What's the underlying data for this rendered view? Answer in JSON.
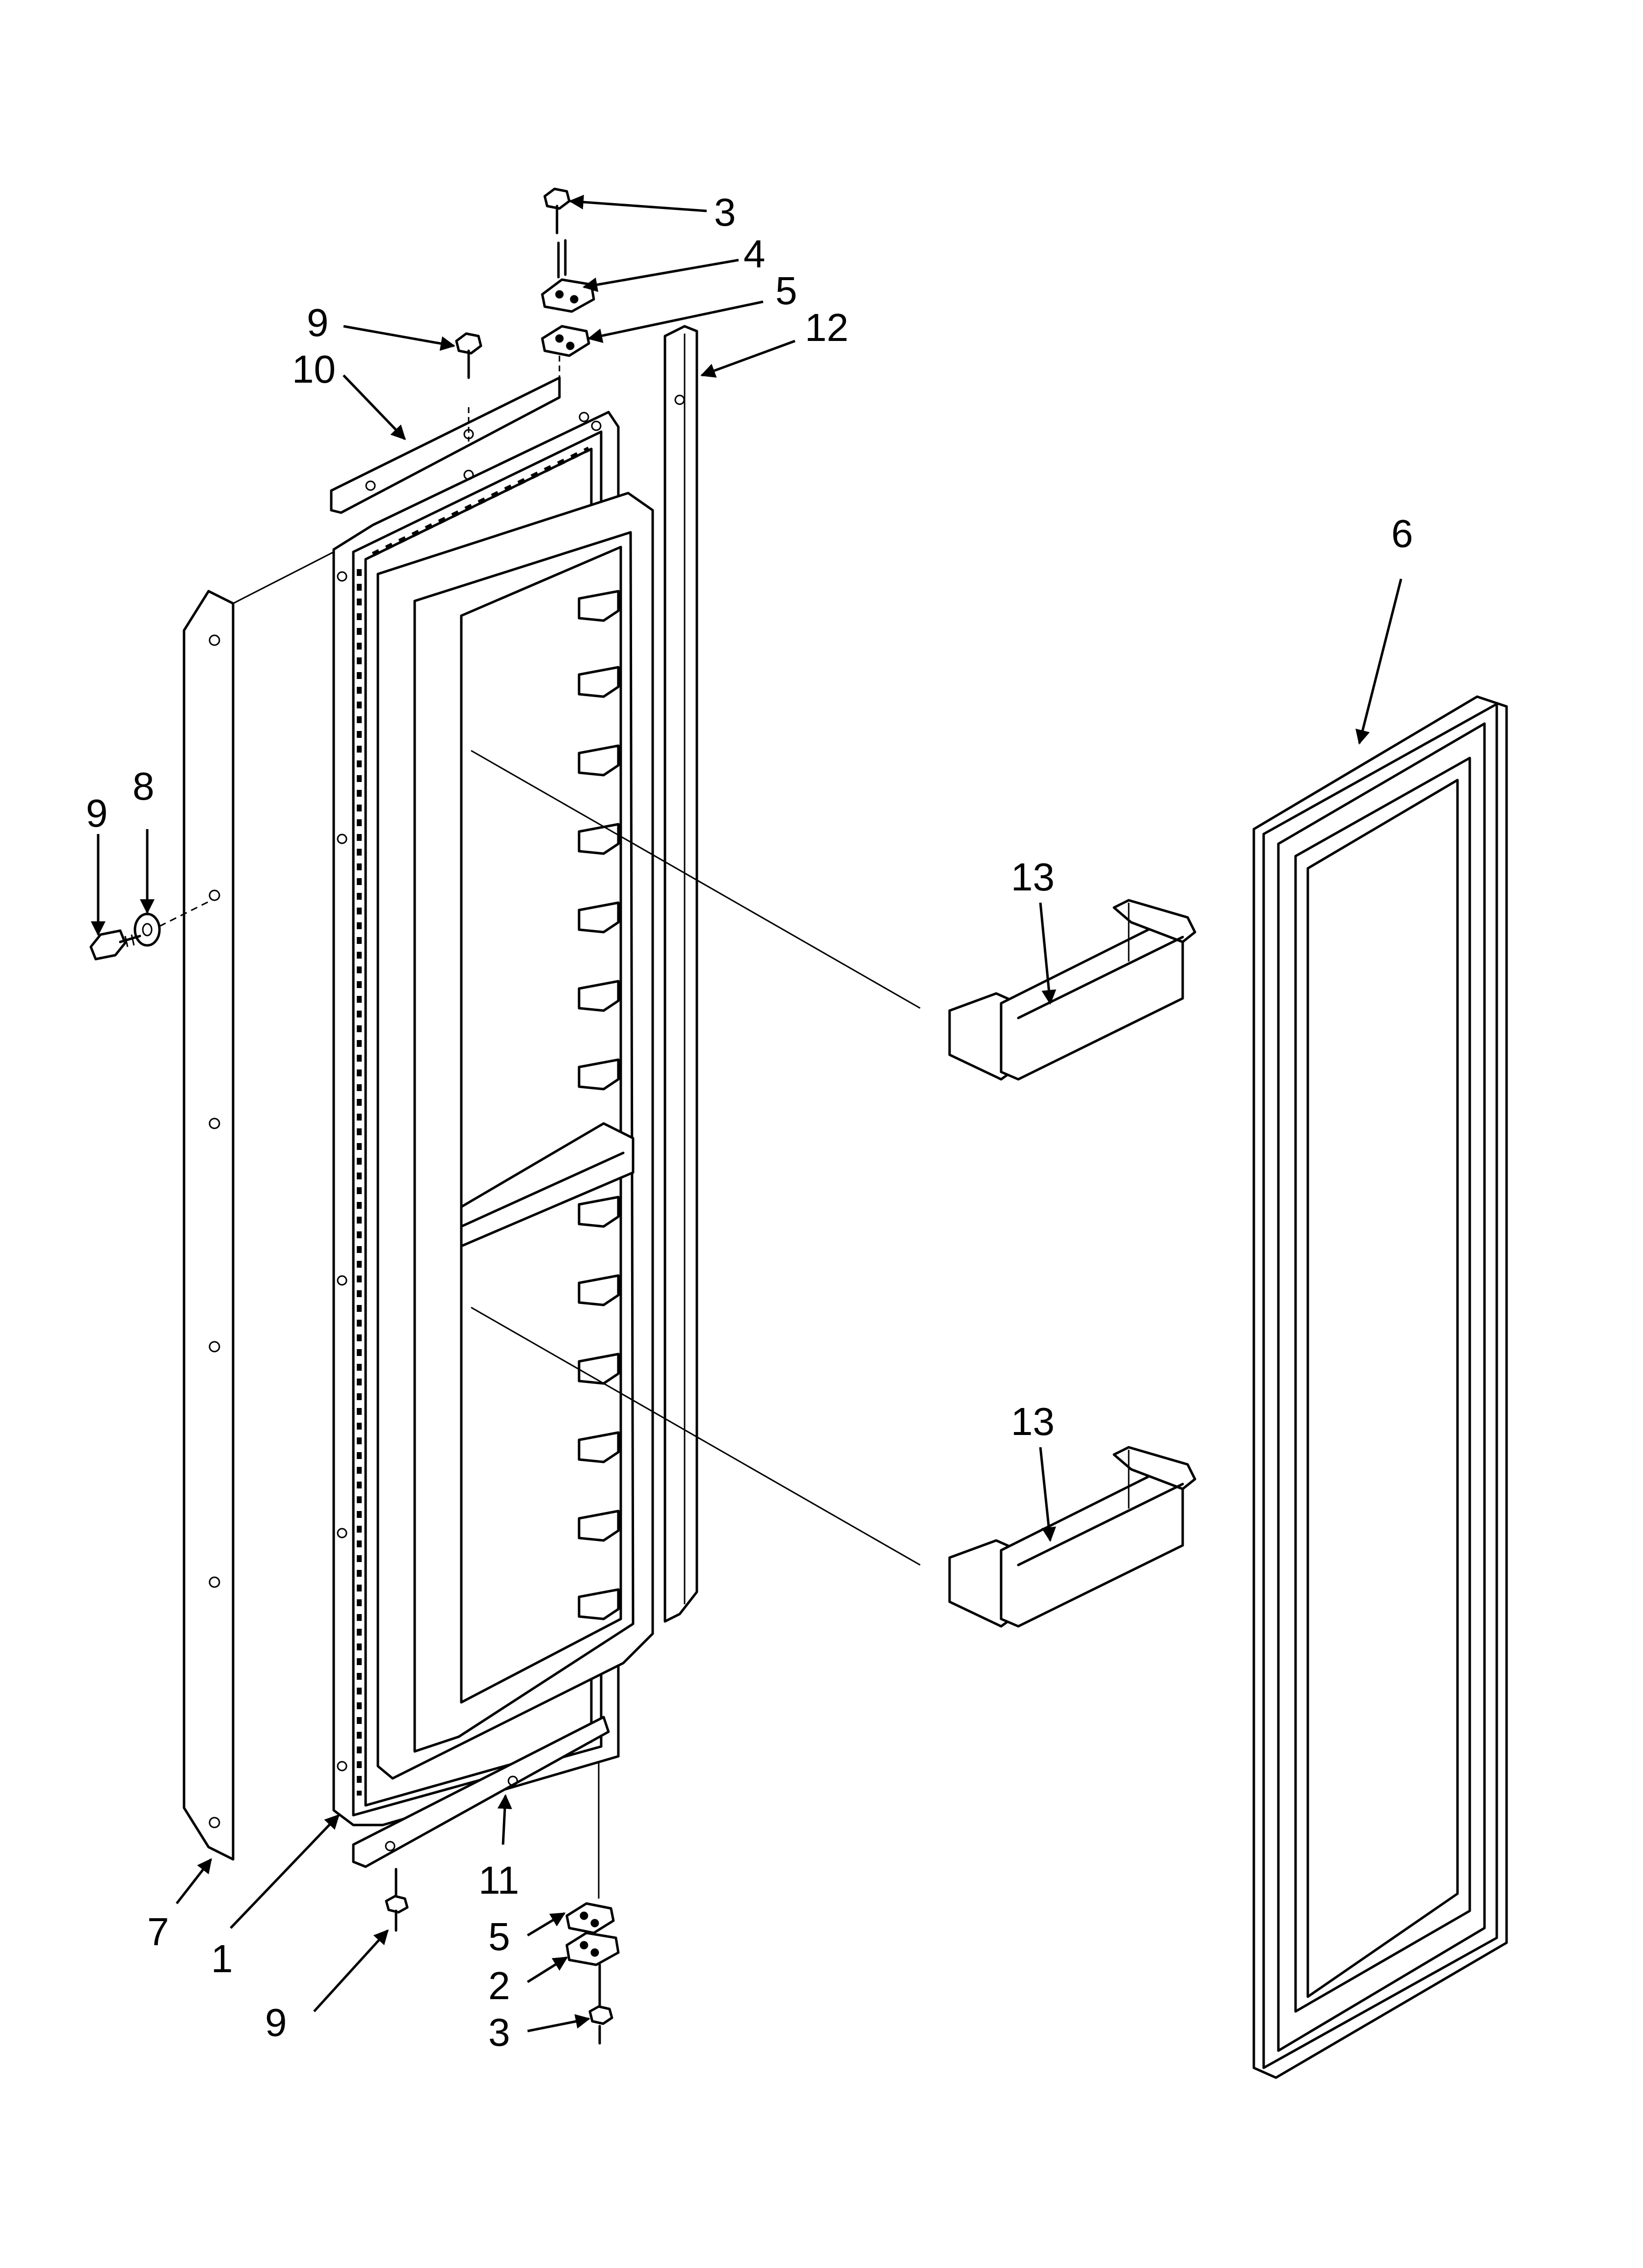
{
  "callouts": [
    {
      "id": "c-3-top",
      "label": "3"
    },
    {
      "id": "c-4-top",
      "label": "4"
    },
    {
      "id": "c-5-top",
      "label": "5"
    },
    {
      "id": "c-9-top",
      "label": "9"
    },
    {
      "id": "c-10",
      "label": "10"
    },
    {
      "id": "c-12",
      "label": "12"
    },
    {
      "id": "c-6",
      "label": "6"
    },
    {
      "id": "c-9-left",
      "label": "9"
    },
    {
      "id": "c-8",
      "label": "8"
    },
    {
      "id": "c-13-top",
      "label": "13"
    },
    {
      "id": "c-13-bottom",
      "label": "13"
    },
    {
      "id": "c-7",
      "label": "7"
    },
    {
      "id": "c-1",
      "label": "1"
    },
    {
      "id": "c-11",
      "label": "11"
    },
    {
      "id": "c-5-bottom",
      "label": "5"
    },
    {
      "id": "c-2",
      "label": "2"
    },
    {
      "id": "c-9-bottom",
      "label": "9"
    },
    {
      "id": "c-3-bottom",
      "label": "3"
    }
  ]
}
